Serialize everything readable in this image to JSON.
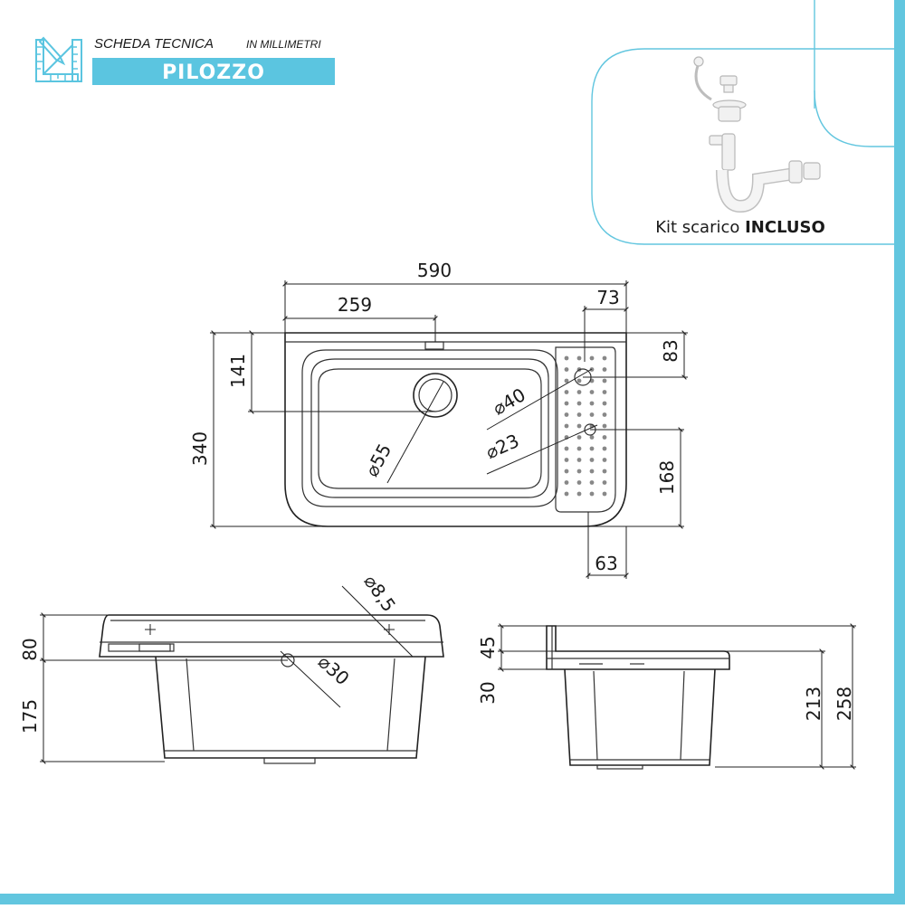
{
  "header": {
    "title": "SCHEDA TECNICA",
    "subtitle": "IN MILLIMETRI",
    "product": "PILOZZO"
  },
  "kit": {
    "label_prefix": "Kit scarico ",
    "label_bold": "INCLUSO"
  },
  "top_view": {
    "width": "590",
    "left_offset": "259",
    "right_tray": "73",
    "height": "340",
    "drain_offset": "141",
    "hole_40_offset": "83",
    "hole_23_offset": "168",
    "tray_bottom": "63",
    "drain_diameter": "55",
    "hole_40": "40",
    "hole_23": "23"
  },
  "front_view": {
    "rim_height": "80",
    "basin_height": "175",
    "mount_hole": "8,5",
    "overflow_hole": "30"
  },
  "side_view": {
    "top_45": "45",
    "mid_30": "30",
    "height_213": "213",
    "height_258": "258"
  },
  "colors": {
    "accent": "#5bc5e0",
    "border": "#62c6df",
    "line": "#222222"
  }
}
